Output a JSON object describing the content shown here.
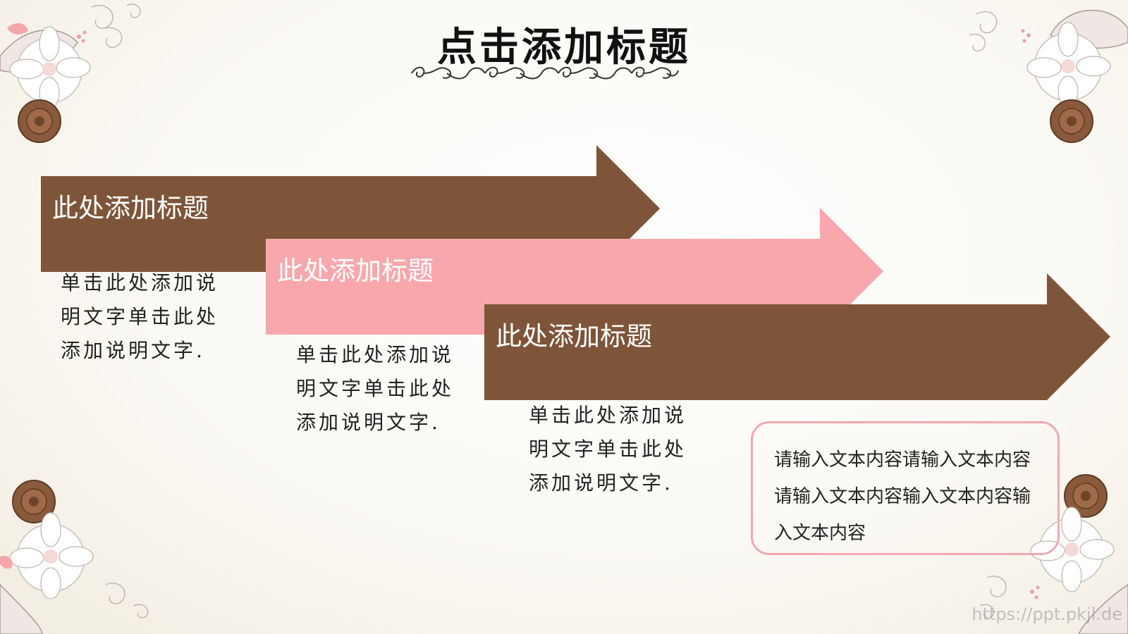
{
  "slide": {
    "title": "点击添加标题",
    "watermark": "https://ppt.pkjl.de"
  },
  "steps": [
    {
      "heading": "此处添加标题",
      "description": "单击此处添加说明文字单击此处添加说明文字."
    },
    {
      "heading": "此处添加标题",
      "description": "单击此处添加说明文字单击此处添加说明文字."
    },
    {
      "heading": "此处添加标题",
      "description": "单击此处添加说明文字单击此处添加说明文字."
    }
  ],
  "note": {
    "text": "请输入文本内容请输入文本内容请输入文本内容输入文本内容输入文本内容"
  },
  "colors": {
    "brown": "#7e5539",
    "pink": "#f8a8ad",
    "note_border": "#f1a9b0"
  }
}
